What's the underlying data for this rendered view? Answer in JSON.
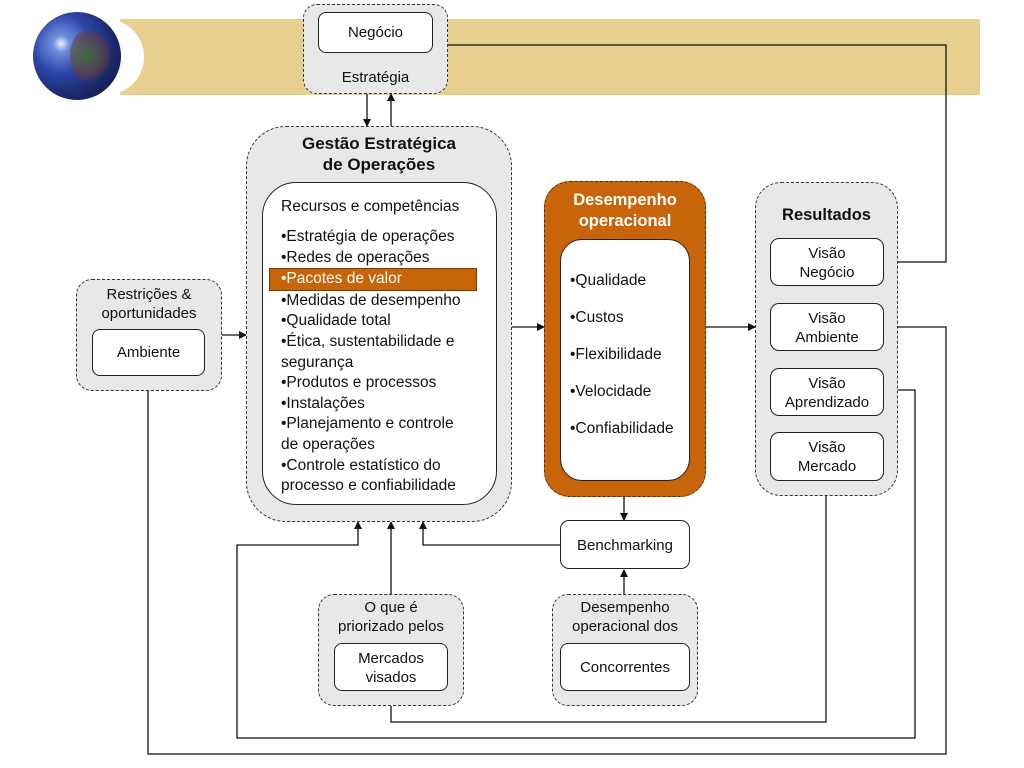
{
  "strategy": {
    "inner": "Negócio",
    "label": "Estratégia"
  },
  "gestao": {
    "title": "Gestão Estratégica de Operações",
    "title_line1": "Gestão Estratégica",
    "title_line2": "de Operações",
    "list_heading": "Recursos e competências",
    "items": [
      "•Estratégia de operações",
      "•Redes de operações",
      "•Pacotes de valor",
      "•Medidas de desempenho",
      "•Qualidade total",
      "•Ética, sustentabilidade e",
      "segurança",
      "•Produtos e processos",
      "•Instalações",
      "•Planejamento e controle",
      "de operações",
      "•Controle estatístico do",
      "processo e confiabilidade"
    ],
    "highlighted_item": "•Pacotes de valor"
  },
  "ambiente": {
    "label_line1": "Restrições &",
    "label_line2": "oportunidades",
    "inner": "Ambiente"
  },
  "desempenho": {
    "title_line1": "Desempenho",
    "title_line2": "operacional",
    "items": [
      "•Qualidade",
      "•Custos",
      "•Flexibilidade",
      "•Velocidade",
      "•Confiabilidade"
    ]
  },
  "resultados": {
    "title": "Resultados",
    "items": [
      {
        "line1": "Visão",
        "line2": "Negócio"
      },
      {
        "line1": "Visão",
        "line2": "Ambiente"
      },
      {
        "line1": "Visão",
        "line2": "Aprendizado"
      },
      {
        "line1": "Visão",
        "line2": "Mercado"
      }
    ]
  },
  "benchmarking": {
    "label": "Benchmarking"
  },
  "mercados": {
    "label_line1": "O que é",
    "label_line2": "priorizado pelos",
    "inner_line1": "Mercados",
    "inner_line2": "visados"
  },
  "concorrentes": {
    "label_line1": "Desempenho",
    "label_line2": "operacional dos",
    "inner": "Concorrentes"
  },
  "colors": {
    "accent": "#c8650a",
    "banner": "#e6cf8f",
    "panel": "#e8e8e8"
  }
}
